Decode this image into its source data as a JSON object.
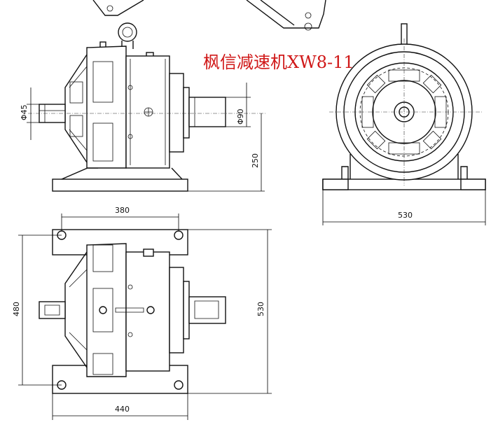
{
  "title": "枫信减速机XW8-11",
  "dimensions": {
    "shaft_small_dia": "Φ45",
    "shaft_large_dia": "Φ90",
    "center_height": "250",
    "front_width": "530",
    "top_foot_span": "380",
    "plan_depth": "480",
    "plan_length": "530",
    "base_width": "440"
  },
  "colors": {
    "title": "#d01818",
    "line": "#111111",
    "background": "#ffffff"
  }
}
